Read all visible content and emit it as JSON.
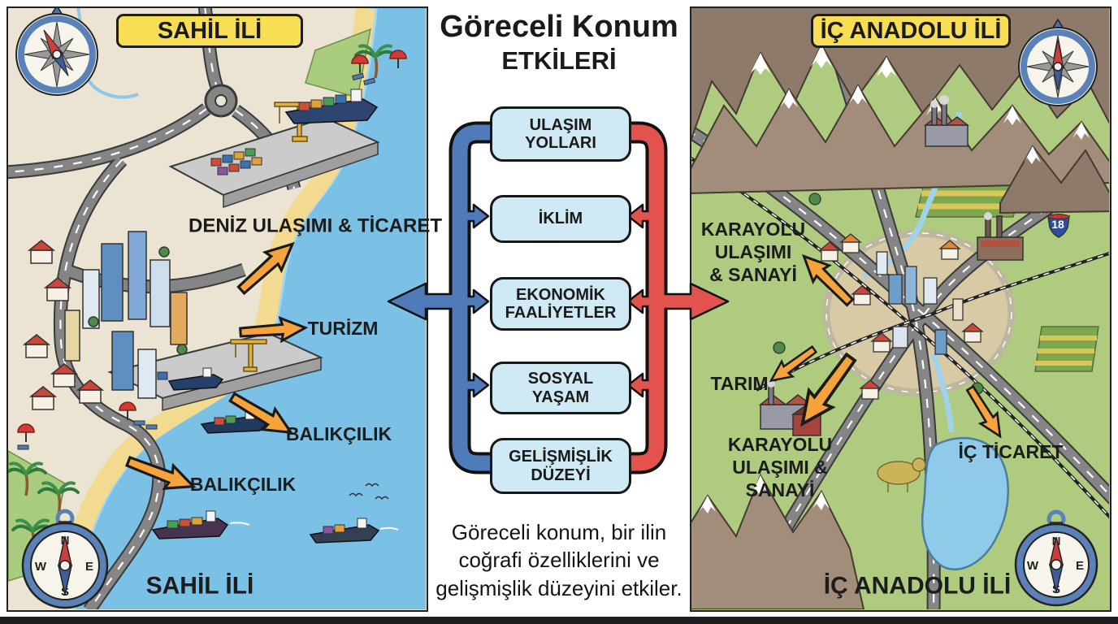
{
  "title": {
    "line1": "Göreceli Konum",
    "line2": "ETKİLERİ"
  },
  "flow": {
    "boxes": [
      {
        "label": "ULAŞIM\nYOLLARI"
      },
      {
        "label": "İKLİM"
      },
      {
        "label": "EKONOMİK\nFAALİYETLER"
      },
      {
        "label": "SOSYAL\nYAŞAM"
      },
      {
        "label": "GELİŞMİŞLİK\nDÜZEYİ"
      }
    ]
  },
  "footer": {
    "text": "Göreceli konum, bir ilin\ncoğrafi özelliklerini ve\ngelişmişlik düzeyini etkiler."
  },
  "left_panel": {
    "banner": "SAHİL İLİ",
    "bottom_label": "SAHİL İLİ",
    "labels": {
      "sea_transport": "DENİZ ULAŞIMI & TİCARET",
      "tourism": "TURİZM",
      "fishing_1": "BALIKÇILIK",
      "fishing_2": "BALIKÇILIK"
    },
    "compass": {
      "n": "N",
      "e": "E",
      "s": "S",
      "w": "W"
    }
  },
  "right_panel": {
    "banner": "İÇ ANADOLU İLİ",
    "bottom_label": "İÇ ANADOLU İLİ",
    "labels": {
      "road_industry_1": "KARAYOLU\nULAŞIMI\n& SANAYİ",
      "agriculture": "TARIM",
      "road_industry_2": "KARAYOLU\nULAŞIMI &\nSANAYİ",
      "domestic_trade": "İÇ TİCARET"
    },
    "highway_shield": "18",
    "compass": {
      "n": "N",
      "e": "E",
      "s": "S",
      "w": "W"
    }
  },
  "icons": [
    "compass-rose-icon",
    "pocket-compass-icon",
    "orange-arrow-icon",
    "highway-shield-icon"
  ],
  "colors": {
    "flow_blue": "#4f7cb8",
    "flow_red": "#e4524e",
    "flow_box_fill": "#cfeaf4",
    "banner_yellow": "#f7de55",
    "orange_arrow": "#f6a33c",
    "sea": "#7bc1e6",
    "coastal_land": "#ece4d2",
    "inland_green": "#aecb80",
    "sand": "#f2db90"
  }
}
